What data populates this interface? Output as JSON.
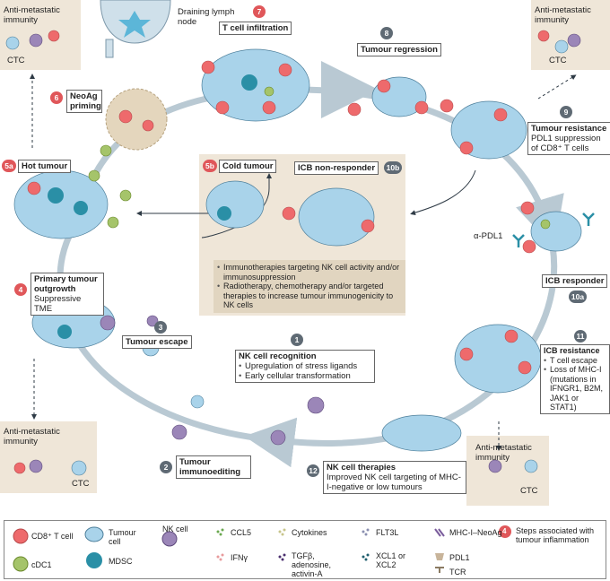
{
  "corner_panels": {
    "top_left": {
      "title": "Anti-metastatic immunity",
      "ctc": "CTC"
    },
    "top_right": {
      "title": "Anti-metastatic immunity",
      "ctc": "CTC"
    },
    "bottom_left": {
      "title": "Anti-metastatic immunity",
      "ctc": "CTC"
    },
    "bottom_right": {
      "title": "Anti-metastatic immunity",
      "ctc": "CTC"
    }
  },
  "draining_lymph_node": "Draining lymph node",
  "steps": {
    "s1": {
      "num": "1",
      "title": "NK cell recognition",
      "bullets": [
        "Upregulation of stress ligands",
        "Early cellular transformation"
      ]
    },
    "s2": {
      "num": "2",
      "title": "Tumour immunoediting"
    },
    "s3": {
      "num": "3",
      "title": "Tumour escape"
    },
    "s4": {
      "num": "4",
      "title": "Primary tumour outgrowth",
      "sub": "Suppressive TME"
    },
    "s5a": {
      "num": "5a",
      "title": "Hot tumour"
    },
    "s5b": {
      "num": "5b",
      "title": "Cold tumour"
    },
    "s6": {
      "num": "6",
      "title": "NeoAg priming"
    },
    "s7": {
      "num": "7",
      "title": "T cell infiltration"
    },
    "s8": {
      "num": "8",
      "title": "Tumour regression"
    },
    "s9": {
      "num": "9",
      "title": "Tumour resistance",
      "sub": "PDL1 suppression of CD8⁺ T cells"
    },
    "s10a": {
      "num": "10a",
      "title": "ICB responder"
    },
    "s10b": {
      "num": "10b",
      "title": "ICB non-responder"
    },
    "s11": {
      "num": "11",
      "title": "ICB resistance",
      "bullets": [
        "T cell escape",
        "Loss of MHC-I (mutations in IFNGR1, B2M, JAK1 or STAT1)"
      ]
    },
    "s12": {
      "num": "12",
      "title": "NK cell therapies",
      "sub": "Improved NK cell targeting of MHC-I-negative or low tumours"
    }
  },
  "alpha_pdl1": "α-PDL1",
  "center_bullets": [
    "Immunotherapies targeting NK cell activity and/or immunosuppression",
    "Radiotherapy, chemotherapy and/or targeted therapies to increase tumour immunogenicity to NK cells"
  ],
  "legend": {
    "cd8": "CD8⁺ T cell",
    "tumour_cell": "Tumour cell",
    "nk_cell": "NK cell",
    "ccl5": "CCL5",
    "cytokines": "Cytokines",
    "flt3l": "FLT3L",
    "mhc": "MHC-I–NeoAg",
    "steps_inflammation": "Steps associated with tumour inflammation",
    "steps_badge": "4",
    "cdc1": "cDC1",
    "mdsc": "MDSC",
    "ifng": "IFNγ",
    "tgfb": "TGFβ, adenosine, activin-A",
    "xcl": "XCL1 or XCL2",
    "pdl1": "PDL1",
    "tcr": "TCR"
  },
  "colors": {
    "red_badge": "#e0575a",
    "dark_badge": "#5f6a74",
    "panel_beige": "#efe6d8",
    "tumour_blue": "#a9d3ea",
    "cd8_red": "#ee6a6c",
    "nk_purple": "#9b86b8",
    "cdc1_green": "#a5c46a",
    "mdsc_teal": "#2a8fa6",
    "arrow_grey": "#b9c9d3"
  }
}
